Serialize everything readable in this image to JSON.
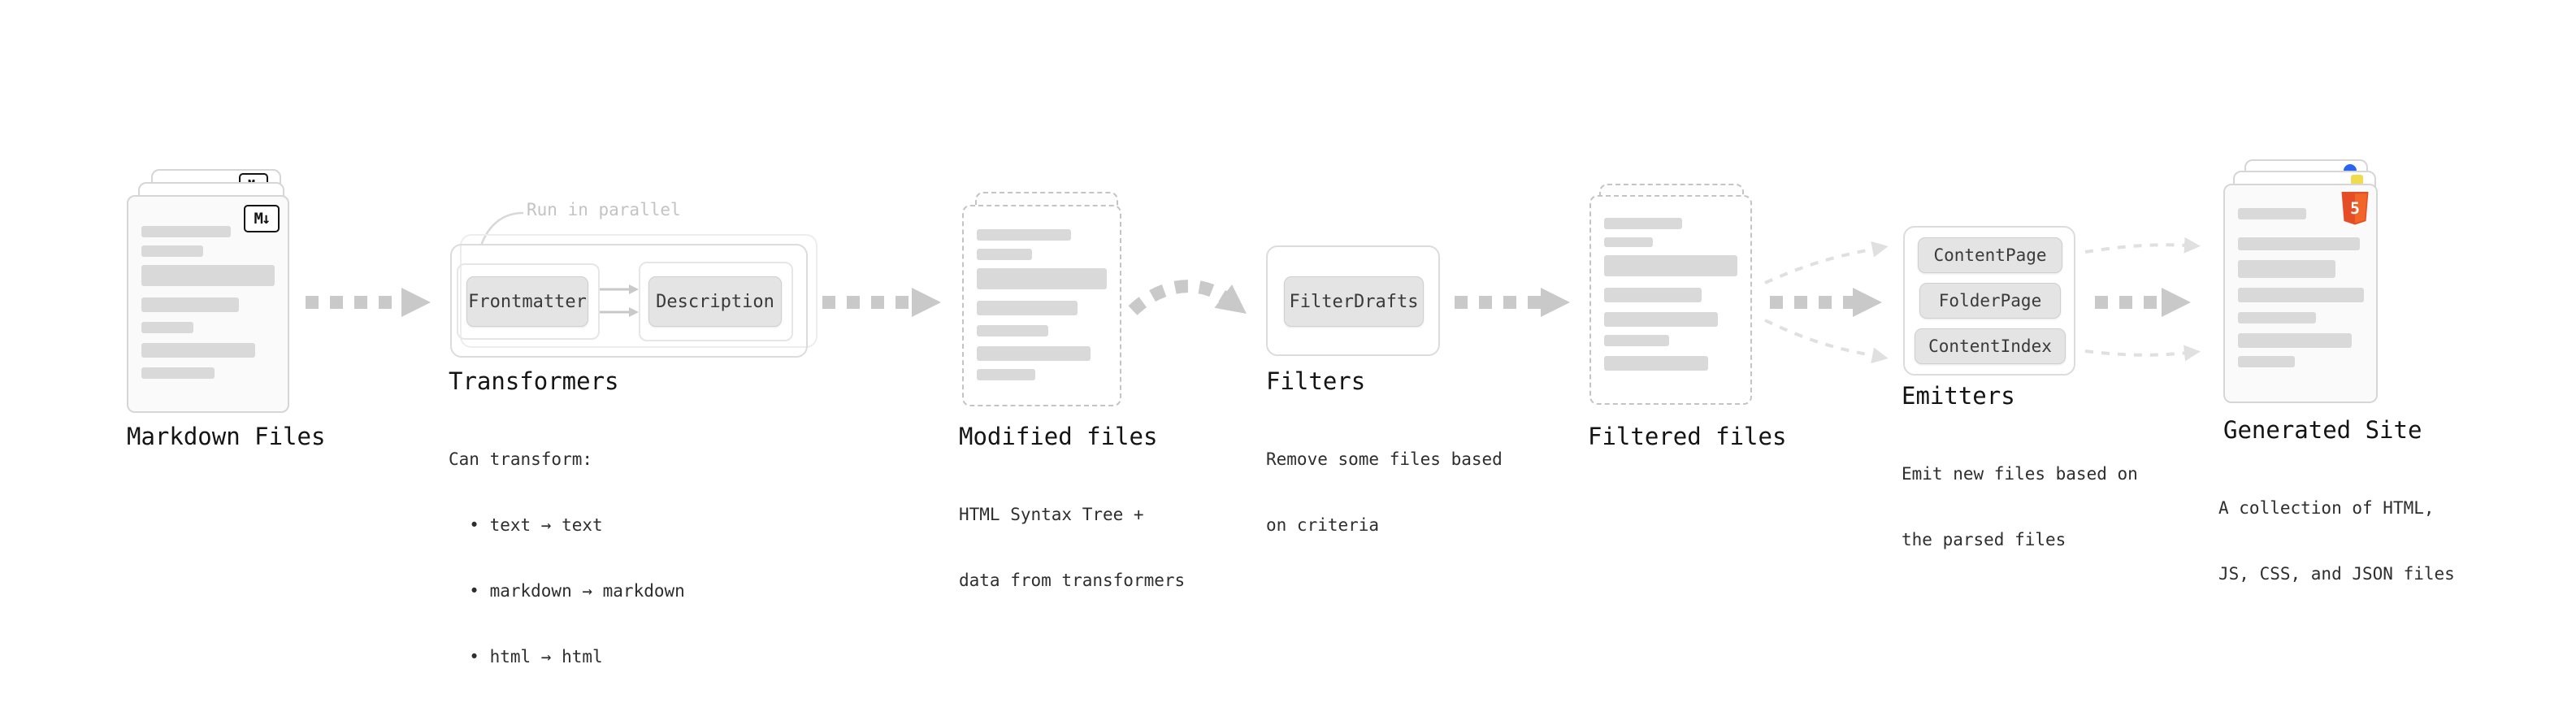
{
  "nodes": {
    "markdown_files": {
      "label": "Markdown Files",
      "icon": "M↓"
    },
    "transformers": {
      "label": "Transformers",
      "note": "Run in parallel",
      "boxes": {
        "frontmatter": "Frontmatter",
        "description": "Description"
      },
      "desc": [
        "Can transform:",
        "  • text → text",
        "  • markdown → markdown",
        "  • html → html"
      ]
    },
    "modified_files": {
      "label": "Modified files",
      "desc": [
        "HTML Syntax Tree +",
        "data from transformers"
      ]
    },
    "filters": {
      "label": "Filters",
      "boxes": {
        "filter_drafts": "FilterDrafts"
      },
      "desc": [
        "Remove some files based",
        "on criteria"
      ]
    },
    "filtered_files": {
      "label": "Filtered files"
    },
    "emitters": {
      "label": "Emitters",
      "boxes": {
        "content_page": "ContentPage",
        "folder_page": "FolderPage",
        "content_index": "ContentIndex"
      },
      "desc": [
        "Emit new files based on",
        "the parsed files"
      ]
    },
    "generated_site": {
      "label": "Generated Site",
      "icon": "5",
      "desc": [
        "A collection of HTML,",
        "JS, CSS, and JSON files"
      ]
    }
  },
  "colors": {
    "arrow_bold": "#c9c9c9",
    "arrow_light": "#e0e0e0",
    "card_border": "#d6d6d6",
    "skeleton": "#d9d9d9",
    "html5_orange": "#e44d26",
    "css_blue": "#2965f1",
    "js_yellow": "#f0db4f"
  }
}
